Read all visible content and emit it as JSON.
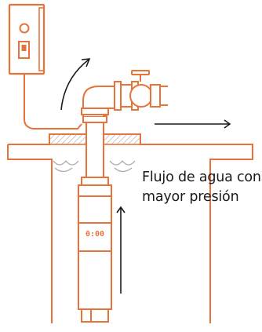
{
  "caption": {
    "line1": "Flujo de agua con",
    "line2": "mayor presión"
  },
  "pump": {
    "display": "0:00"
  },
  "colors": {
    "outline": "#e8733a",
    "arrow": "#1a1a1a",
    "text": "#1a1a1a",
    "background": "#ffffff"
  },
  "icons": [
    "control-box",
    "power-switch",
    "valve",
    "pipe-elbow",
    "submersible-pump",
    "water-waves"
  ]
}
